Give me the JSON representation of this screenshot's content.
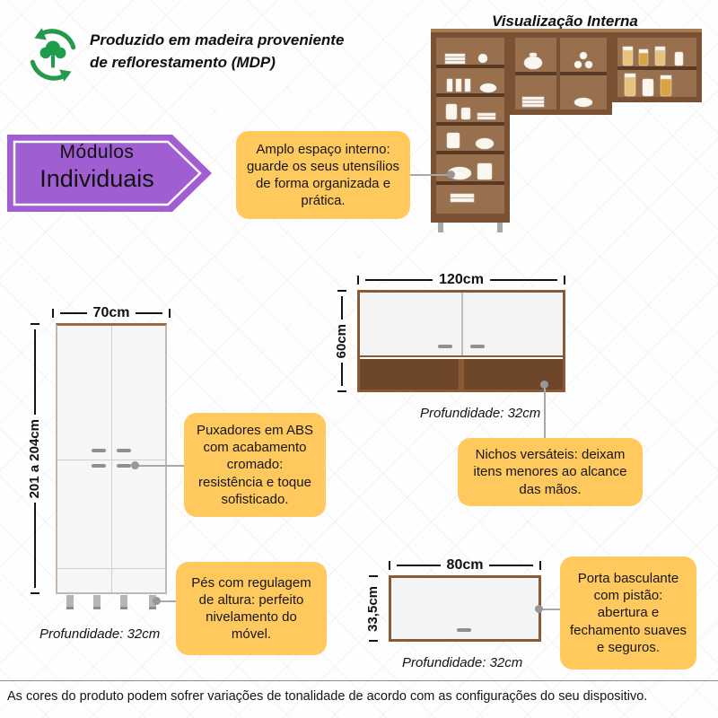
{
  "header": {
    "eco_line1": "Produzido em madeira proveniente",
    "eco_line2": "de reflorestamento (MDP)",
    "internal_view": "Visualização Interna"
  },
  "banner": {
    "line1": "Módulos",
    "line2": "Individuais"
  },
  "callouts": {
    "interior": "Amplo espaço interno: guarde os seus utensílios de forma organizada e prática.",
    "handles": "Puxadores em ABS com acabamento cromado: resistência e toque sofisticado.",
    "feet": "Pés com regulagem de altura: perfeito nivelamento do móvel.",
    "niches": "Nichos versáteis: deixam itens menores ao alcance das mãos.",
    "door": "Porta basculante com pistão: abertura e fechamento suaves e seguros."
  },
  "modules": {
    "tall": {
      "width": "70cm",
      "height": "201 a 204cm",
      "depth": "Profundidade: 32cm"
    },
    "wall120": {
      "width": "120cm",
      "height": "60cm",
      "depth": "Profundidade: 32cm"
    },
    "wall80": {
      "width": "80cm",
      "height": "33,5cm",
      "depth": "Profundidade: 32cm"
    }
  },
  "footer": {
    "disclaimer": "As cores do produto podem sofrer variações de tonalidade de acordo com as configurações do seu dispositivo."
  },
  "colors": {
    "callout_yellow": "#ffc95e",
    "banner_purple": "#a05ed2",
    "wood_brown": "#7a5132",
    "eco_green": "#1f9d4d"
  }
}
